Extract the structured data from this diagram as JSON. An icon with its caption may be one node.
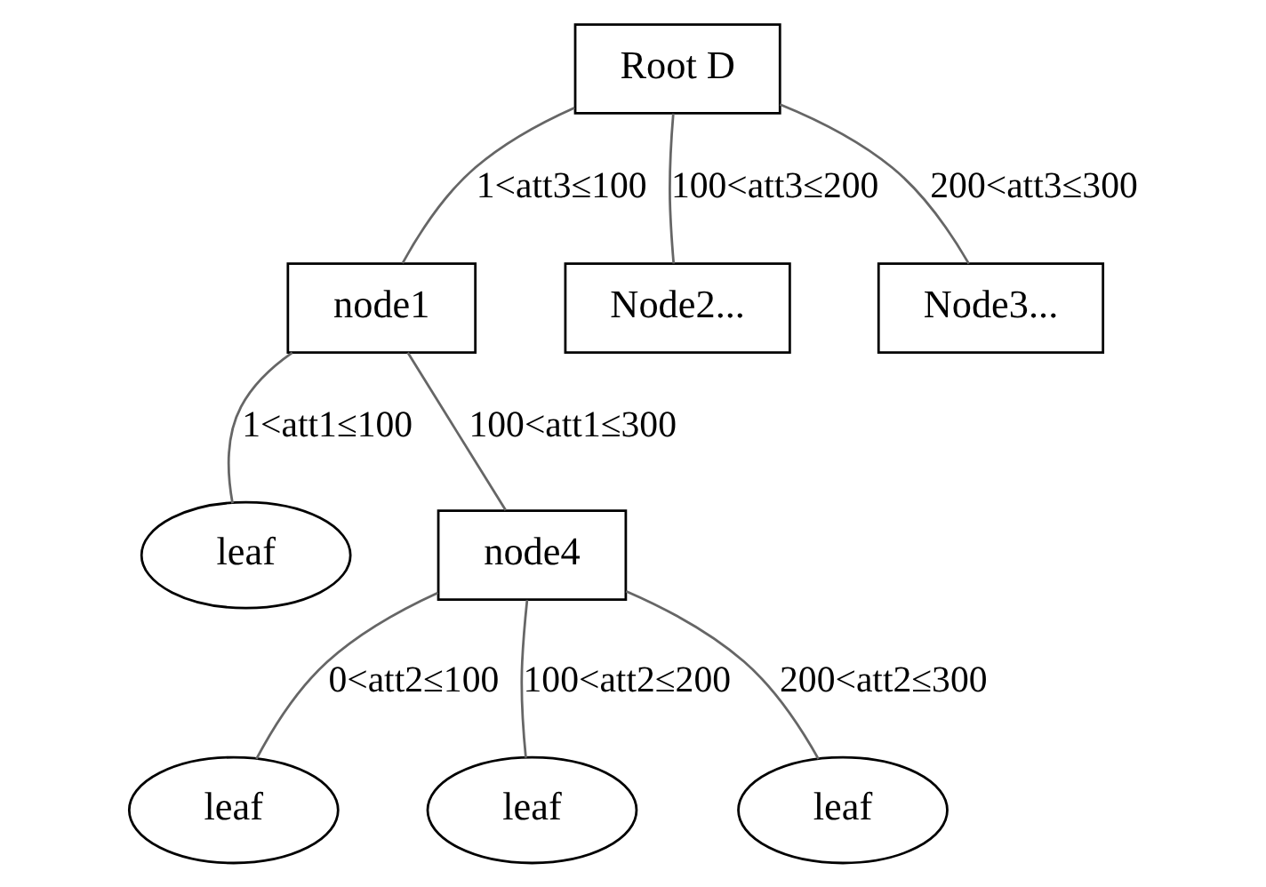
{
  "diagram": {
    "nodes": [
      {
        "text": [
          "Root D"
        ]
      },
      {
        "text": [
          "node1"
        ]
      },
      {
        "text": [
          "Node2..."
        ]
      },
      {
        "text": [
          "Node3..."
        ]
      },
      {
        "text": [
          "leaf"
        ]
      },
      {
        "text": [
          "node4"
        ]
      },
      {
        "text": [
          "leaf"
        ]
      },
      {
        "text": [
          "leaf"
        ]
      },
      {
        "text": [
          "leaf"
        ]
      }
    ],
    "edges": [
      {
        "from": 0,
        "to": 1,
        "arrow": "none",
        "label": "1<att3≤100"
      },
      {
        "from": 0,
        "to": 2,
        "arrow": "none",
        "label": "100<att3≤200"
      },
      {
        "from": 0,
        "to": 3,
        "arrow": "none",
        "label": "200<att3≤300"
      },
      {
        "from": 1,
        "to": 4,
        "arrow": "none",
        "label": "1<att1≤100"
      },
      {
        "from": 1,
        "to": 5,
        "arrow": "none",
        "label": "100<att1≤300"
      },
      {
        "from": 5,
        "to": 6,
        "arrow": "none",
        "label": "0<att2≤100"
      },
      {
        "from": 5,
        "to": 7,
        "arrow": "none",
        "label": "100<att2≤200"
      },
      {
        "from": 5,
        "to": 8,
        "arrow": "none",
        "label": "200<att2≤300"
      }
    ]
  }
}
